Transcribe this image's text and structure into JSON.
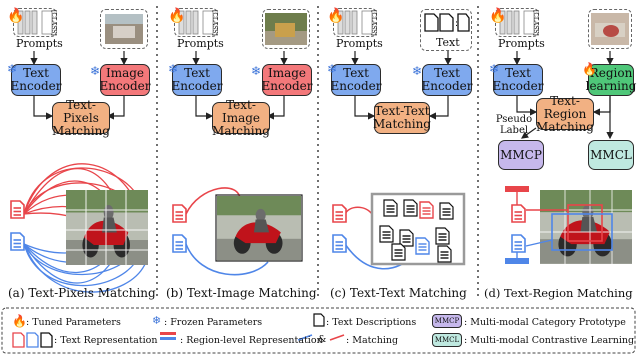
{
  "panels": [
    {
      "prompts_label": "Prompts",
      "encoder_left": "Text Encoder",
      "encoder_right": "Image Encoder",
      "matching": "Text-Pixels Matching",
      "caption": "(a) Text-Pixels Matching"
    },
    {
      "prompts_label": "Prompts",
      "encoder_left": "Text Encoder",
      "encoder_right": "Image Encoder",
      "matching": "Text-Image Matching",
      "caption": "(b) Text-Image Matching"
    },
    {
      "prompts_label": "Prompts",
      "right_label": "Text",
      "encoder_left": "Text Encoder",
      "encoder_right": "Text Encoder",
      "matching": "Text-Text Matching",
      "caption": "(c) Text-Text Matching"
    },
    {
      "prompts_label": "Prompts",
      "encoder_left": "Text Encoder",
      "encoder_right": "Region learning",
      "matching": "Text-Region Matching",
      "pseudo_label": "Pseudo Label",
      "mmcp": "MMCP",
      "mmcl": "MMCL",
      "caption": "(d) Text-Region Matching"
    }
  ],
  "prompt_token": "[CLASS]",
  "legend": {
    "tuned": ": Tuned Parameters",
    "frozen": ": Frozen Parameters",
    "text_desc": ": Text Descriptions",
    "mmcp_badge": "MMCP",
    "mmcp_text": ": Multi-modal Category Prototype",
    "text_rep": ": Text Representation",
    "region_rep": ": Region-level Representation",
    "amp": "&",
    "matching": ": Matching",
    "mmcl_badge": "MMCL",
    "mmcl_text": ": Multi-modal Contrastive Learning"
  },
  "colors": {
    "blue_encoder": "#7fa9ee",
    "red_encoder": "#f3787a",
    "orange_matching": "#f2b183",
    "purple_mmcp": "#c6b8ec",
    "teal_mmcl": "#bfe9e0",
    "green_learning": "#4fc779",
    "red_line": "#e8454a",
    "blue_line": "#4f86e8"
  },
  "icons": [
    "flame-icon",
    "snowflake-icon",
    "document-icon"
  ]
}
